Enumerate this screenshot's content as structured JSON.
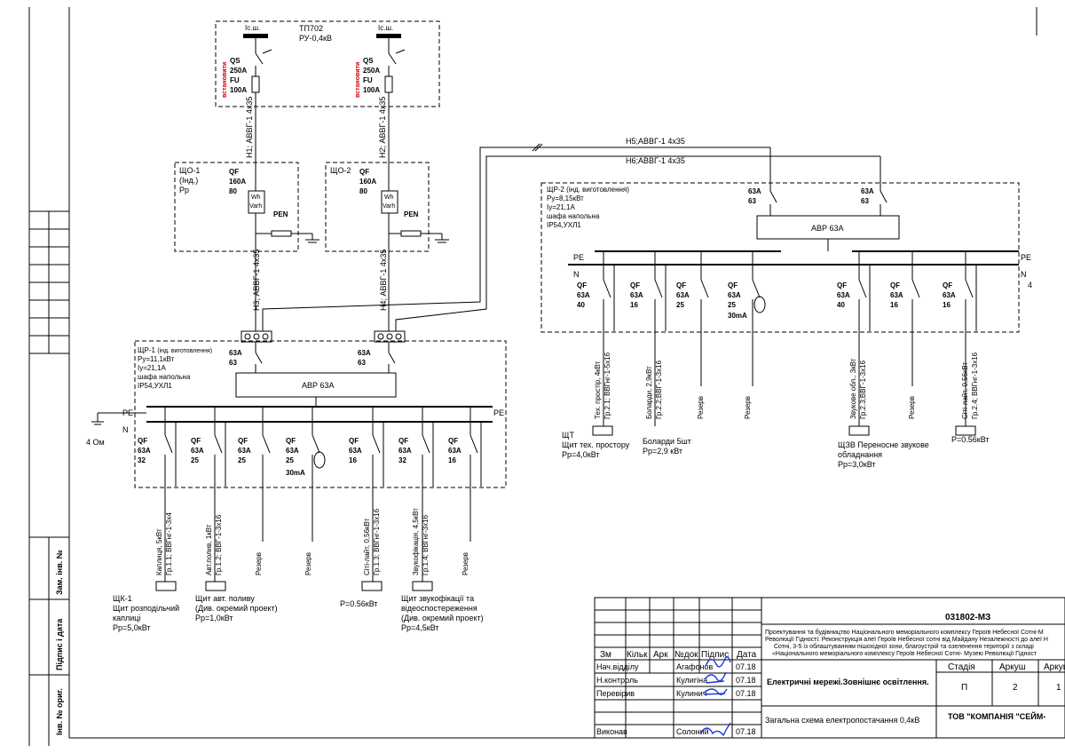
{
  "header": {
    "tp_name": "ТП702",
    "tp_ru": "РУ-0,4кВ",
    "bus_label": "Іс.ш.",
    "qs_label": "QS",
    "qs_rating": "250A",
    "fu_label": "FU",
    "fu_rating": "100A",
    "install_note": "встановити"
  },
  "cables": {
    "h1": "Н1; АВВГ-1 4х35",
    "h2": "Н2; АВВГ-1 4х35",
    "h3": "Н3; АВВГ-1 4х35",
    "h4": "Н4; АВВГ-1 4х35",
    "h5": "Н5;АВВГ-1 4х35",
    "h6": "Н6;АВВГ-1 4х35"
  },
  "meter_boxes": [
    {
      "name": "ЩО-1",
      "sub": "(Інд.)",
      "rp": "Рр",
      "qf": "QF",
      "qf_rating": "160A",
      "qf_setting": "80",
      "meter1": "Wh",
      "meter2": "Varh",
      "pen": "PEN"
    },
    {
      "name": "ЩО-2",
      "sub": "",
      "rp": "",
      "qf": "QF",
      "qf_rating": "160A",
      "qf_setting": "80",
      "meter1": "Wh",
      "meter2": "Varh",
      "pen": "PEN"
    }
  ],
  "shr1": {
    "title": "ЩР-1",
    "title_note": "(інд. виготовлення)",
    "py": "Py=11,1кВт",
    "iy": "Iy=21,1A",
    "cabinet": "шафа напольна",
    "ip": "IP54,УХЛ1",
    "avr": "АВР 63А",
    "in1_rating": "63A",
    "in1_set": "63",
    "in2_rating": "63A",
    "in2_set": "63",
    "pe": "PE",
    "n": "N",
    "earth": "4 Ом",
    "breakers": [
      {
        "qf": "QF",
        "rating": "63A",
        "set": "32",
        "extra": ""
      },
      {
        "qf": "QF",
        "rating": "63A",
        "set": "25",
        "extra": ""
      },
      {
        "qf": "QF",
        "rating": "63A",
        "set": "25",
        "extra": ""
      },
      {
        "qf": "QF",
        "rating": "63A",
        "set": "25",
        "extra": "30mA"
      },
      {
        "qf": "QF",
        "rating": "63A",
        "set": "16",
        "extra": ""
      },
      {
        "qf": "QF",
        "rating": "63A",
        "set": "32",
        "extra": ""
      },
      {
        "qf": "QF",
        "rating": "63A",
        "set": "16",
        "extra": ""
      }
    ],
    "feeders": [
      {
        "line1": "Каплиця, 5кВт",
        "line2": "Гр.1.1; ВВГнг-1-3х4"
      },
      {
        "line1": "Авт.полив, 1кВт",
        "line2": "Гр.1.2; ВВГ-1-3х16"
      },
      {
        "line1": "Резерв",
        "line2": ""
      },
      {
        "line1": "Резерв",
        "line2": ""
      },
      {
        "line1": "Сіті-лайт, 0,56кВт",
        "line2": "Гр.1.3; ВВГнг-1-3х16"
      },
      {
        "line1": "Звукофікація, 4,5кВт",
        "line2": "Гр.1.4; ВВГнг-3х16"
      },
      {
        "line1": "Резерв",
        "line2": ""
      }
    ],
    "loads": [
      {
        "l1": "ЩК-1",
        "l2": "Щит розподільчий",
        "l3": "каплиці",
        "l4": "Рр=5,0кВт"
      },
      {
        "l1": "Щит авт. поливу",
        "l2": "(Див. окремий проект)",
        "l3": "Рр=1,0кВт",
        "l4": ""
      },
      {
        "l1": "Р=0.56кВт",
        "l2": "",
        "l3": "",
        "l4": ""
      },
      {
        "l1": "Щит звукофікації та",
        "l2": "відеоспостереження",
        "l3": "(Див. окремий проект)",
        "l4": "Рр=4,5кВт"
      }
    ]
  },
  "shr2": {
    "title": "ЩР-2 (інд. виготовлення)",
    "py": "Py=8,15кВт",
    "iy": "Iy=21,1A",
    "cabinet": "шафа напольна",
    "ip": "IP54,УХЛ1",
    "avr": "АВР 63А",
    "in1_rating": "63A",
    "in1_set": "63",
    "in2_rating": "63A",
    "in2_set": "63",
    "pe": "PE",
    "n": "N",
    "pe_right": "PE",
    "n_right": "N",
    "edge_num": "4",
    "breakers": [
      {
        "qf": "QF",
        "rating": "63A",
        "set": "40",
        "extra": ""
      },
      {
        "qf": "QF",
        "rating": "63A",
        "set": "16",
        "extra": ""
      },
      {
        "qf": "QF",
        "rating": "63A",
        "set": "25",
        "extra": ""
      },
      {
        "qf": "QF",
        "rating": "63A",
        "set": "25",
        "extra": "30mA"
      },
      {
        "qf": "QF",
        "rating": "63A",
        "set": "40",
        "extra": ""
      },
      {
        "qf": "QF",
        "rating": "63A",
        "set": "16",
        "extra": ""
      },
      {
        "qf": "QF",
        "rating": "63A",
        "set": "16",
        "extra": ""
      }
    ],
    "feeders": [
      {
        "line1": "Тех. простір, 4кВт",
        "line2": "Гр.2.1; ВВГнг-1-5х16"
      },
      {
        "line1": "Боларди, 2,9кВт",
        "line2": "Гр.2.2;ВВГ-1-3х16"
      },
      {
        "line1": "Резерв",
        "line2": ""
      },
      {
        "line1": "Резерв",
        "line2": ""
      },
      {
        "line1": "Звукове обл., 3кВт",
        "line2": "Гр.2.3;ВВГ-1-3х16"
      },
      {
        "line1": "Резерв",
        "line2": ""
      },
      {
        "line1": "Сіті-лайт, 0,56кВт",
        "line2": "Гр.2.4; ВВГнг-1-3х16"
      }
    ],
    "loads": [
      {
        "l1": "ЩТ",
        "l2": "Щит тех. простору",
        "l3": "Рр=4,0кВт",
        "l4": ""
      },
      {
        "l1": "Боларди 5шт",
        "l2": "Рр=2,9 кВт",
        "l3": "",
        "l4": ""
      },
      {
        "l1": "ЩЗВ Переносне звукове",
        "l2": "обладнання",
        "l3": "Рр=3,0кВт",
        "l4": ""
      },
      {
        "l1": "Р=0.56кВт",
        "l2": "",
        "l3": "",
        "l4": ""
      }
    ]
  },
  "side_stamp": {
    "inv_no": "Інв. № ориг.",
    "sign_date": "Підпис і дата",
    "replace_no": "Зам. інв. №"
  },
  "title_block": {
    "doc_code": "031802-МЗ",
    "project_1": "Проектування та будівництво Національного меморіального комплексу Героїв Небесної Сотні-М",
    "project_2": "Революції Гідності: Реконструкція алеї  Героїв Небесної сотні від Майдану Незалежності до алеї Н",
    "project_3": "Сотні, 3-5 із облаштуванням пішохідної зони, благоустрій та озеленення території з складі",
    "project_4": "«Національного меморіального комплексу Героїв Небесної Сотні- Музею Революції Гідност",
    "col_zm": "Зм",
    "col_kilk": "Кільк",
    "col_ark": "Арк",
    "col_ndok": "№док",
    "col_pidpys": "Підпис",
    "col_data": "Дата",
    "rows": [
      {
        "role": "Нач.відділу",
        "name": "Агафонов",
        "date": "07.18"
      },
      {
        "role": "Н.контроль",
        "name": "Кулигіна",
        "date": "07.18"
      },
      {
        "role": "Перевірив",
        "name": "Кулинич",
        "date": "07.18"
      },
      {
        "role": "Виконав",
        "name": "Солоний",
        "date": "07.18"
      }
    ],
    "section_title": "Електричні мережі.Зовнішнє освітлення.",
    "stage_h": "Стадія",
    "sheet_h": "Аркуш",
    "sheets_h": "Аркушів",
    "stage": "П",
    "sheet": "2",
    "sheets": "1",
    "drawing_title": "Загальна схема електропостачання 0,4кВ",
    "company": "ТОВ \"КОМПАНІЯ \"СЕЙМ-"
  },
  "colors": {
    "ink": "#000000",
    "red_text": "#d40000",
    "signature": "#1a3cd8"
  }
}
